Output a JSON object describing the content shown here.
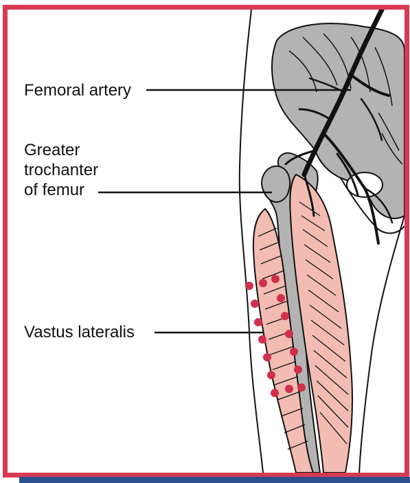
{
  "labels": {
    "femoral_artery": "Femoral artery",
    "greater_trochanter": [
      "Greater",
      "trochanter",
      "of femur"
    ],
    "vastus_lateralis": "Vastus lateralis"
  },
  "colors": {
    "frame": "#d83a52",
    "bottom_bar": "#2c4f8f",
    "bone": "#b3b3b3",
    "muscle": "#f2bcb3",
    "injection_dots": "#d0304c",
    "outline": "#111111"
  },
  "icons": [
    "injection-site-dot"
  ]
}
